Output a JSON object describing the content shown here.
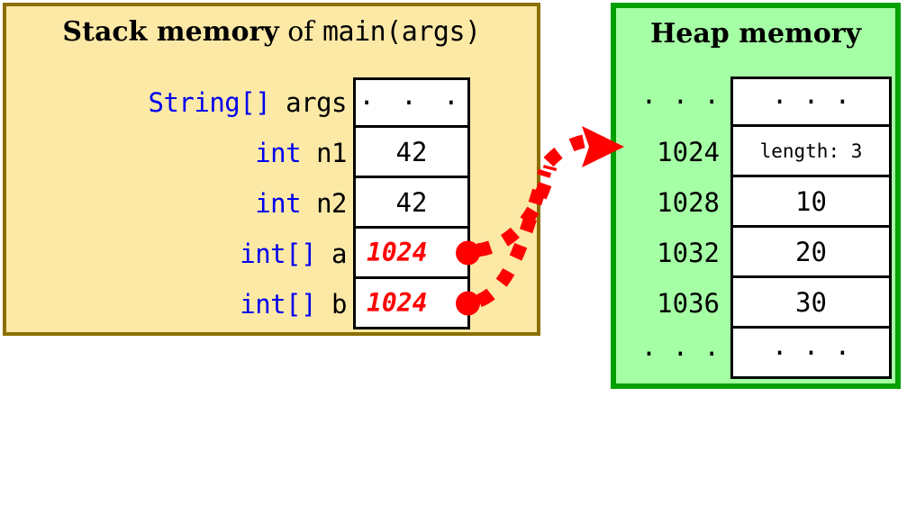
{
  "colors": {
    "stack_bg": "#fce9a6",
    "stack_border": "#8b6f00",
    "heap_bg": "#a5ffa5",
    "heap_border": "#00a000",
    "cell_bg": "#ffffff",
    "cell_border": "#000000",
    "type_text": "#0000ee",
    "pointer_red": "#ff0000"
  },
  "stack": {
    "title": {
      "bold_part": "Stack memory",
      "plain_part": " of ",
      "mono_part": "main(args)"
    },
    "rows": [
      {
        "type": "String[]",
        "name": "args",
        "value": "· · ·",
        "is_pointer": false,
        "is_dots": true
      },
      {
        "type": "int",
        "name": "n1",
        "value": "42",
        "is_pointer": false,
        "is_dots": false
      },
      {
        "type": "int",
        "name": "n2",
        "value": "42",
        "is_pointer": false,
        "is_dots": false
      },
      {
        "type": "int[]",
        "name": "a",
        "value": "1024",
        "is_pointer": true,
        "is_dots": false
      },
      {
        "type": "int[]",
        "name": "b",
        "value": "1024",
        "is_pointer": true,
        "is_dots": false
      }
    ]
  },
  "heap": {
    "title": "Heap memory",
    "rows": [
      {
        "address": "· · ·",
        "value": "· · ·",
        "is_length": false,
        "is_target": false
      },
      {
        "address": "1024",
        "value": "length: 3",
        "is_length": true,
        "is_target": true
      },
      {
        "address": "1028",
        "value": "10",
        "is_length": false,
        "is_target": false
      },
      {
        "address": "1032",
        "value": "20",
        "is_length": false,
        "is_target": false
      },
      {
        "address": "1036",
        "value": "30",
        "is_length": false,
        "is_target": false
      },
      {
        "address": "· · ·",
        "value": "· · ·",
        "is_length": false,
        "is_target": false
      }
    ]
  },
  "arrows": [
    {
      "name": "pointer-a-to-heap-1024",
      "from": "stack-cell-a",
      "to": "heap-row-1024",
      "style": "dashed-curve-red"
    },
    {
      "name": "pointer-b-to-heap-1024",
      "from": "stack-cell-b",
      "to": "heap-row-1024",
      "style": "dashed-curve-red"
    }
  ]
}
